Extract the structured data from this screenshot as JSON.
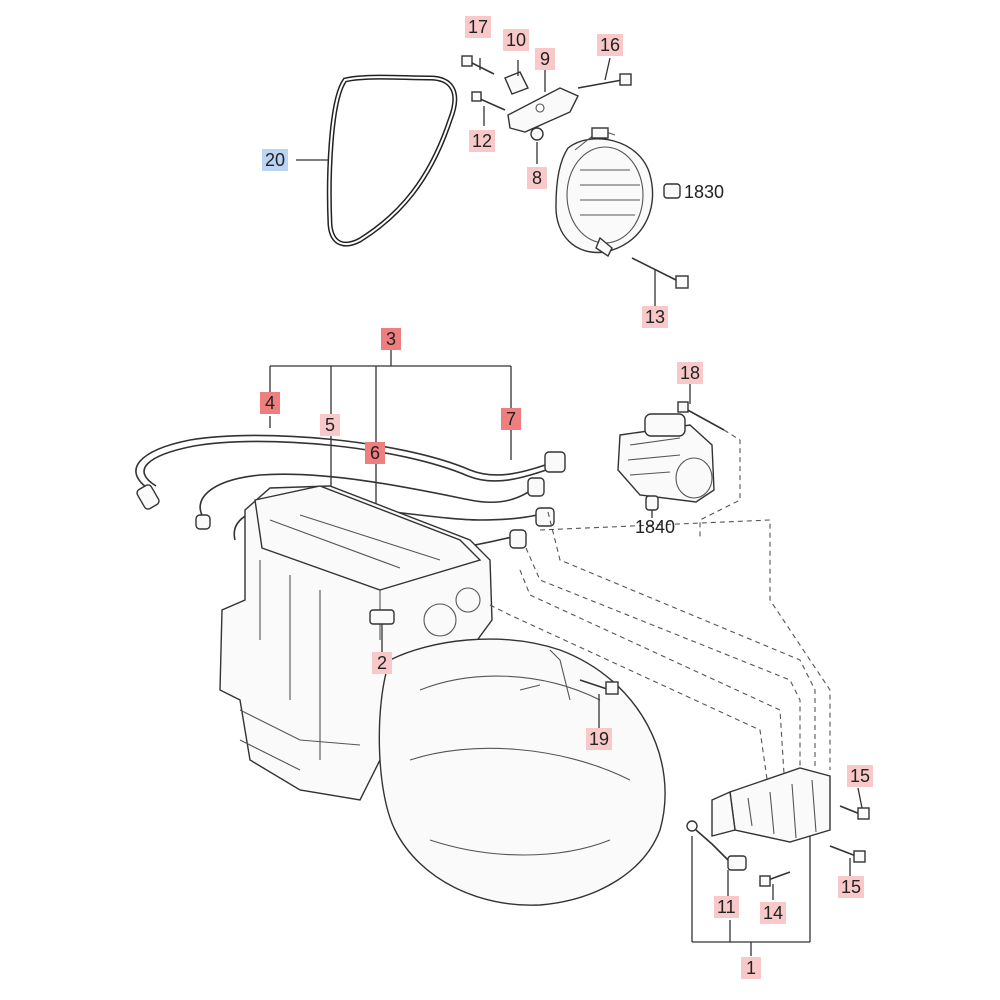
{
  "callouts": {
    "c1": "1",
    "c2": "2",
    "c3": "3",
    "c4": "4",
    "c5": "5",
    "c6": "6",
    "c7": "7",
    "c8": "8",
    "c9": "9",
    "c10": "10",
    "c11": "11",
    "c12": "12",
    "c13": "13",
    "c14": "14",
    "c15a": "15",
    "c15b": "15",
    "c16": "16",
    "c17": "17",
    "c18": "18",
    "c19": "19",
    "c20": "20",
    "c1830": "1830",
    "c1840": "1840"
  },
  "colors": {
    "callout_pink": "#f9c8c8",
    "callout_red": "#ef7e7e",
    "callout_blue": "#bcd4f3",
    "line": "#333333"
  }
}
